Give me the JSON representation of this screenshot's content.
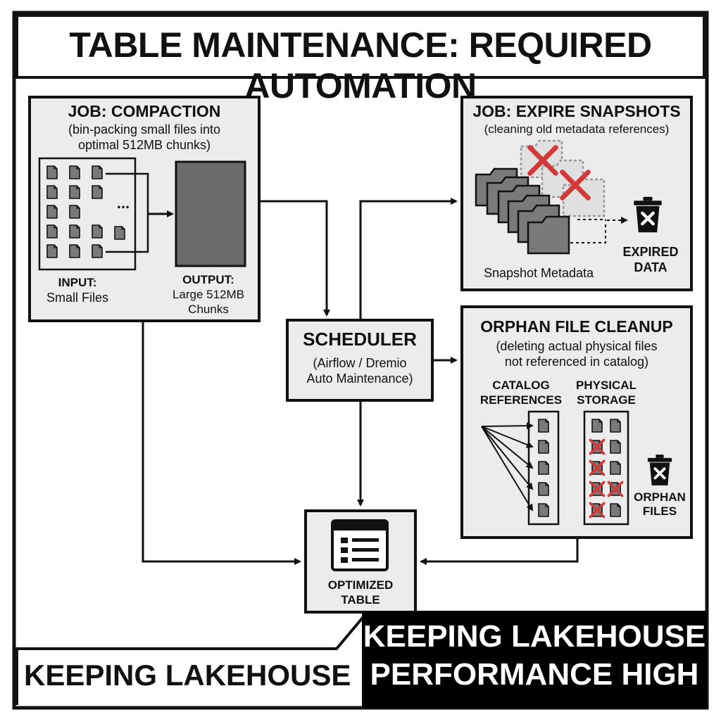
{
  "title": "TABLE MAINTENANCE: REQUIRED AUTOMATION",
  "compaction": {
    "heading": "JOB: COMPACTION",
    "desc_line1": "(bin-packing small files into",
    "desc_line2": "optimal 512MB chunks)",
    "input_label_1": "INPUT:",
    "input_label_2": "Small Files",
    "output_label_1": "OUTPUT:",
    "output_label_2": "Large 512MB",
    "output_label_3": "Chunks",
    "ellipsis": "..."
  },
  "expire": {
    "heading": "JOB: EXPIRE SNAPSHOTS",
    "desc": "(cleaning old metadata references)",
    "metadata_label": "Snapshot Metadata",
    "expired_label_1": "EXPIRED",
    "expired_label_2": "DATA"
  },
  "scheduler": {
    "heading": "SCHEDULER",
    "desc_line1": "(Airflow / Dremio",
    "desc_line2": "Auto Maintenance)"
  },
  "orphan": {
    "heading": "ORPHAN FILE CLEANUP",
    "desc_line1": "(deleting actual physical files",
    "desc_line2": "not referenced in catalog)",
    "catalog_label_1": "CATALOG",
    "catalog_label_2": "REFERENCES",
    "physical_label_1": "PHYSICAL",
    "physical_label_2": "STORAGE",
    "orphan_label_1": "ORPHAN",
    "orphan_label_2": "FILES"
  },
  "optimized": {
    "label_1": "OPTIMIZED",
    "label_2": "TABLE"
  },
  "banner": {
    "white_text": "KEEPING LAKEHOUSE",
    "black_line1": "KEEPING LAKEHOUSE",
    "black_line2": "PERFORMANCE HIGH"
  },
  "icons": {
    "file": "file-icon",
    "folder": "folder-icon",
    "trash": "trash-icon",
    "table": "table-icon",
    "cross": "red-cross-icon"
  },
  "colors": {
    "panel": "#ececec",
    "ink": "#111111",
    "file_fill": "#7a7a7a",
    "chunk_fill": "#6b6b6b",
    "cross_red": "#d23a3a",
    "banner_black": "#000000"
  }
}
